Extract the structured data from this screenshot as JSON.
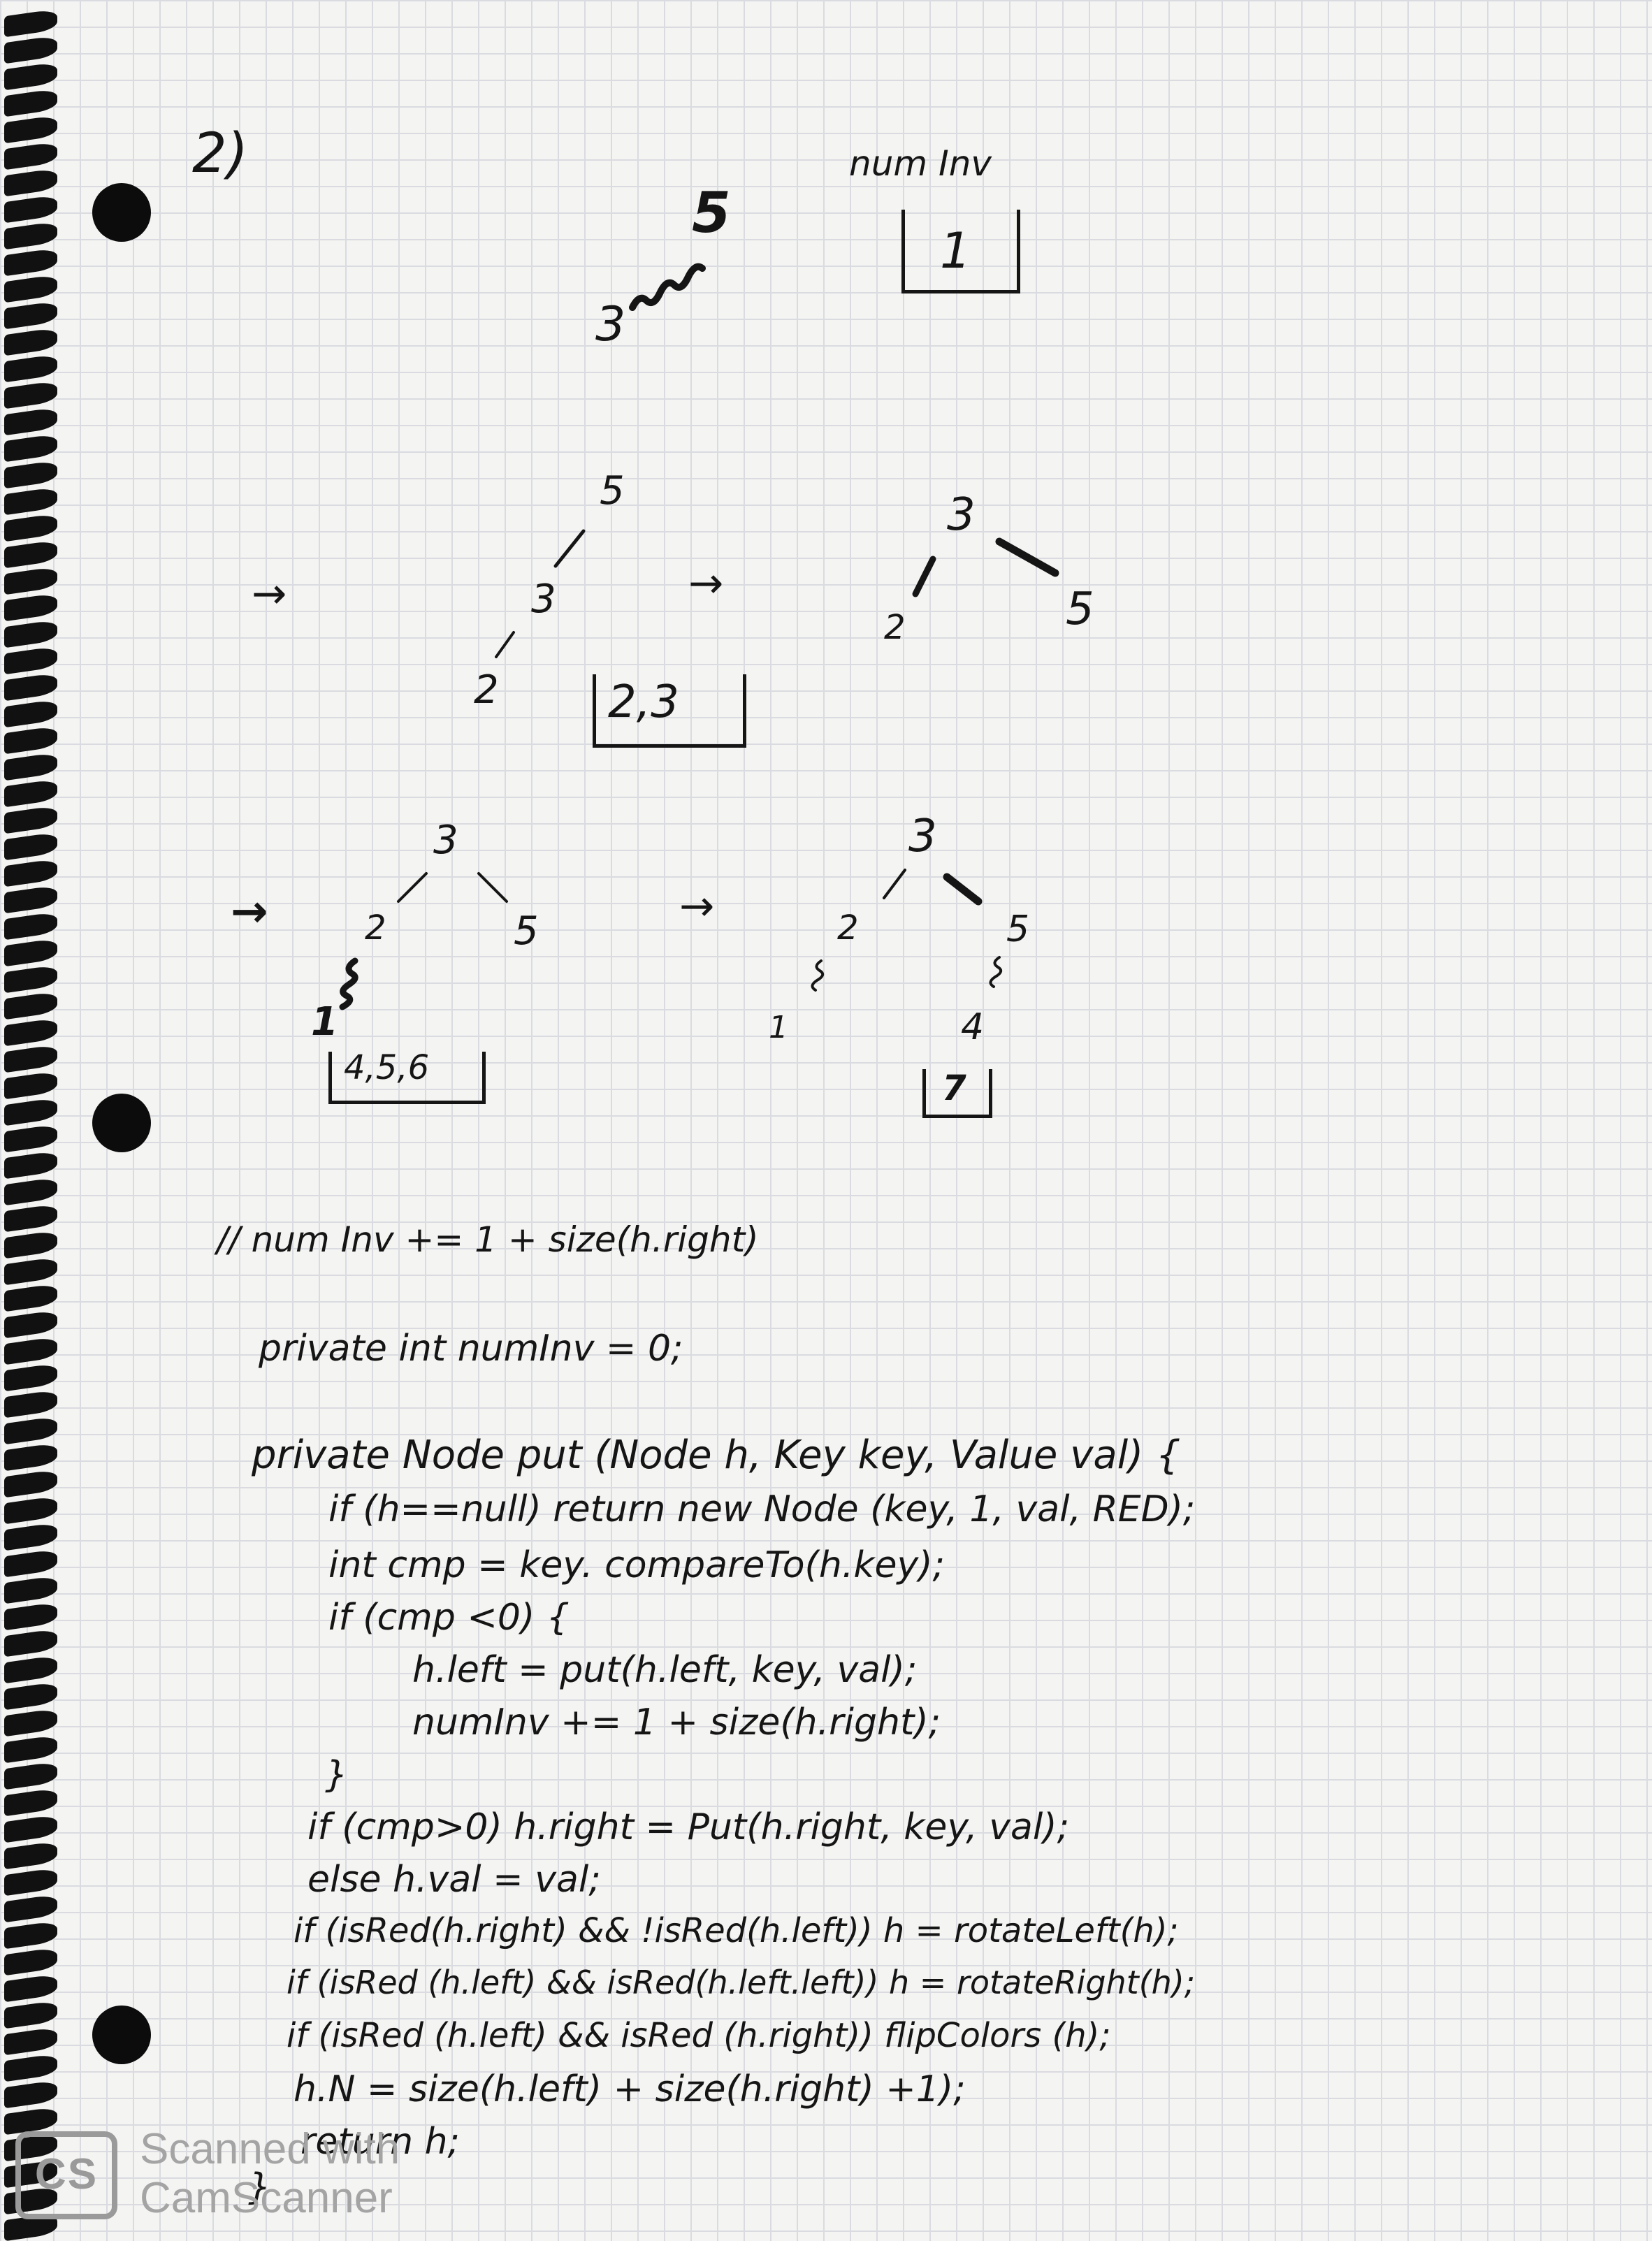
{
  "page": {
    "section_label": "2)",
    "numinv_label": "num Inv",
    "numinv_value": "1",
    "step1": {
      "top": "5",
      "bottom": "3"
    },
    "tree_a": {
      "root": "5",
      "mid": "3",
      "leaf": "2"
    },
    "tree_b": {
      "root": "3",
      "left": "2",
      "right": "5"
    },
    "box_23": "2,3",
    "tree_c": {
      "root": "3",
      "left": "2",
      "right": "5",
      "leaf": "1"
    },
    "box_456": "4,5,6",
    "tree_d": {
      "root": "3",
      "left": "2",
      "right": "5",
      "leaf_left": "1",
      "leaf_right": "4"
    },
    "box_7": "7",
    "arrow": "→"
  },
  "code": {
    "lines": [
      "// num Inv += 1 + size(h.right)",
      "private int numInv = 0;",
      "private Node put (Node h, Key key, Value val) {",
      "if (h==null) return new Node (key, 1, val, RED);",
      "int cmp = key. compareTo(h.key);",
      "if (cmp <0) {",
      "h.left = put(h.left, key, val);",
      "numInv += 1 + size(h.right);",
      "}",
      "if (cmp>0) h.right = Put(h.right, key, val);",
      "else h.val = val;",
      "if (isRed(h.right) && !isRed(h.left)) h = rotateLeft(h);",
      "if (isRed (h.left) && isRed(h.left.left)) h = rotateRight(h);",
      "if (isRed (h.left) && isRed (h.right)) flipColors (h);",
      "h.N = size(h.left) + size(h.right) +1);",
      "return h;",
      "}"
    ]
  },
  "watermark": {
    "logo": "CS",
    "line1": "Scanned with",
    "line2": "CamScanner"
  },
  "colors": {
    "ink": "#151515",
    "paper": "#f4f4f2",
    "grid": "#d9dbe0",
    "watermark": "#a4a4a4"
  }
}
